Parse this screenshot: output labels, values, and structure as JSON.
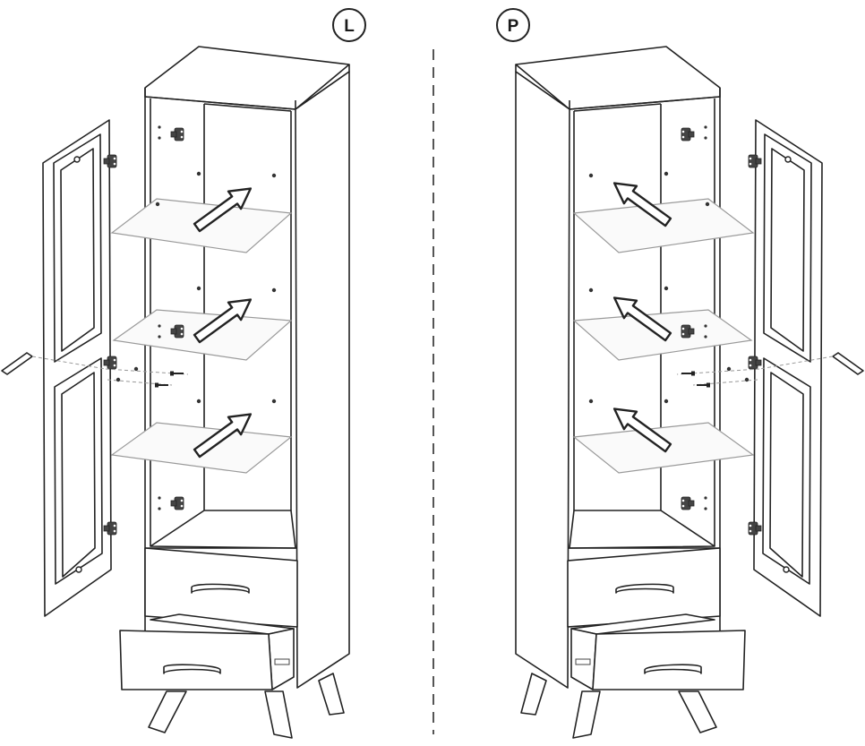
{
  "variants": [
    {
      "id": "left",
      "label": "L"
    },
    {
      "id": "right",
      "label": "P"
    }
  ],
  "shelf_count": 3,
  "drawer_count": 2,
  "colors": {
    "line": "#222222",
    "shelf_glass": "#9a9a9a",
    "divider": "#555555"
  },
  "icons": [
    "insert-arrow-icon",
    "hinge-icon",
    "screw-icon",
    "handle-icon"
  ]
}
